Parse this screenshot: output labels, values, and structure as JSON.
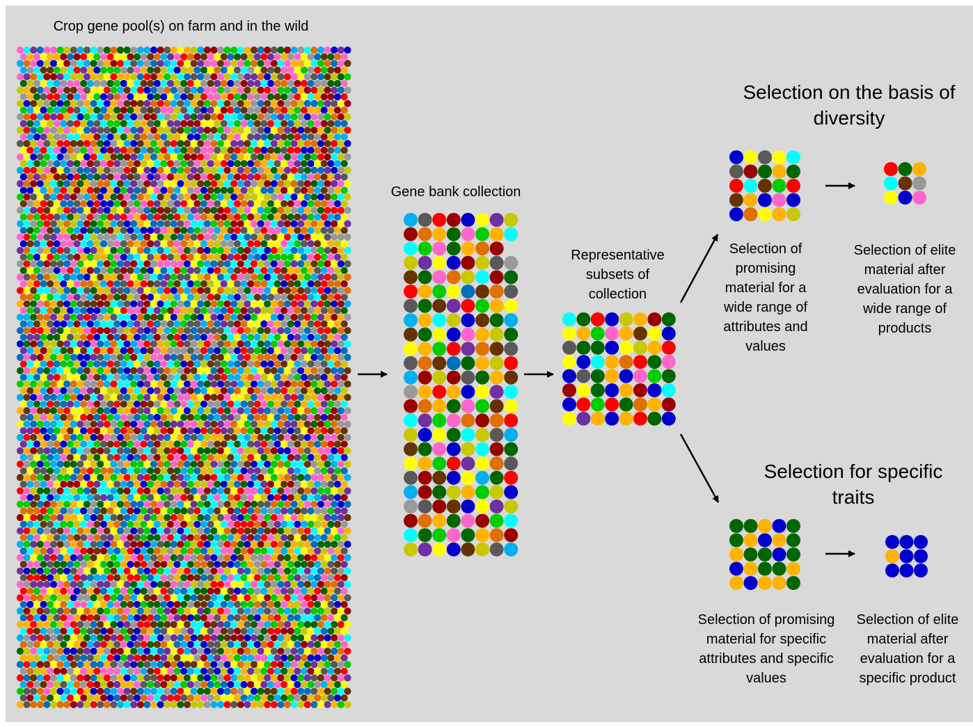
{
  "labels": {
    "gene_pool": "Crop gene pool(s) on farm and in the wild",
    "gene_bank": "Gene bank collection",
    "representative": "Representative subsets of collection",
    "diversity_heading": "Selection on the basis of diversity",
    "diversity_promising": "Selection of promising material for a wide range of attributes and values",
    "diversity_elite": "Selection of elite material after evaluation for a wide range of products",
    "specific_heading": "Selection for specific traits",
    "specific_promising": "Selection of promising material for specific attributes and specific values",
    "specific_elite": "Selection of elite material after evaluation for a specific product"
  },
  "palette": {
    "red": "#ff0000",
    "blue": "#0000cc",
    "green": "#00cc00",
    "dark_green": "#006600",
    "yellow": "#ffff00",
    "cyan": "#00ffff",
    "orange": "#ffb300",
    "dark_red": "#990000",
    "brown": "#663300",
    "dark_orange": "#e07000",
    "purple": "#7030a0",
    "pink": "#ff66cc",
    "gray": "#595959",
    "light_gray": "#999999",
    "sky_blue": "#00b0f0",
    "olive": "#c8c800",
    "teal_blue": "#0070c0"
  },
  "gene_bank_grid": [
    [
      "sky_blue",
      "gray",
      "red",
      "dark_red",
      "blue",
      "yellow",
      "purple",
      "olive"
    ],
    [
      "dark_red",
      "dark_orange",
      "orange",
      "dark_green",
      "pink",
      "green",
      "orange",
      "cyan"
    ],
    [
      "cyan",
      "green",
      "pink",
      "dark_green",
      "orange",
      "dark_orange",
      "dark_red"
    ],
    [
      "olive",
      "purple",
      "yellow",
      "blue",
      "dark_red",
      "olive",
      "gray",
      "light_gray"
    ],
    [
      "brown",
      "dark_green",
      "pink",
      "dark_orange",
      "olive",
      "cyan",
      "dark_red",
      "dark_green"
    ],
    [
      "red",
      "orange",
      "green",
      "yellow",
      "teal_blue",
      "brown",
      "dark_orange",
      "gray"
    ],
    [
      "gray",
      "dark_green",
      "brown",
      "purple",
      "red",
      "green",
      "orange",
      "yellow"
    ],
    [
      "sky_blue",
      "orange",
      "cyan",
      "olive",
      "blue",
      "brown",
      "dark_green",
      "sky_blue"
    ],
    [
      "brown",
      "dark_green",
      "yellow",
      "blue",
      "pink",
      "orange",
      "olive",
      "dark_green"
    ],
    [
      "yellow",
      "orange",
      "green",
      "red",
      "purple",
      "dark_orange",
      "brown",
      "gray"
    ],
    [
      "gray",
      "dark_orange",
      "brown",
      "teal_blue",
      "dark_green",
      "orange",
      "olive",
      "red"
    ],
    [
      "sky_blue",
      "dark_red",
      "olive",
      "dark_red",
      "gray",
      "dark_green",
      "orange",
      "brown"
    ],
    [
      "light_gray",
      "orange",
      "red",
      "orange",
      "blue",
      "yellow",
      "purple",
      "cyan"
    ],
    [
      "dark_red",
      "dark_orange",
      "orange",
      "dark_green",
      "pink",
      "green",
      "brown",
      "yellow"
    ],
    [
      "cyan",
      "purple",
      "green",
      "pink",
      "dark_orange",
      "dark_red",
      "dark_orange",
      "red"
    ],
    [
      "olive",
      "blue",
      "yellow",
      "dark_green",
      "cyan",
      "olive",
      "gray",
      "sky_blue"
    ],
    [
      "brown",
      "dark_green",
      "pink",
      "blue",
      "olive",
      "cyan",
      "dark_red",
      "dark_green"
    ],
    [
      "yellow",
      "orange",
      "green",
      "red",
      "purple",
      "yellow",
      "dark_orange",
      "gray"
    ],
    [
      "gray",
      "dark_red",
      "brown",
      "blue",
      "yellow",
      "sky_blue",
      "dark_green",
      "red"
    ],
    [
      "sky_blue",
      "dark_red",
      "dark_green",
      "olive",
      "orange",
      "green",
      "olive",
      "blue"
    ],
    [
      "light_gray",
      "gray",
      "dark_red",
      "brown",
      "blue",
      "yellow",
      "purple",
      "olive"
    ],
    [
      "dark_red",
      "dark_orange",
      "orange",
      "dark_green",
      "pink",
      "dark_red",
      "green",
      "cyan"
    ],
    [
      "cyan",
      "dark_green",
      "green",
      "pink",
      "dark_green",
      "orange",
      "dark_orange",
      "dark_red"
    ],
    [
      "olive",
      "purple",
      "yellow",
      "blue",
      "brown",
      "olive",
      "gray",
      "sky_blue"
    ]
  ],
  "representative_grid": [
    [
      "cyan",
      "dark_green",
      "red",
      "blue",
      "olive",
      "orange",
      "dark_red",
      "dark_green"
    ],
    [
      "yellow",
      "orange",
      "green",
      "pink",
      "orange",
      "brown",
      "yellow",
      "blue"
    ],
    [
      "gray",
      "dark_green",
      "dark_green",
      "blue",
      "yellow",
      "olive",
      "orange",
      "red"
    ],
    [
      "yellow",
      "blue",
      "cyan",
      "orange",
      "dark_orange",
      "red",
      "dark_green",
      "pink"
    ],
    [
      "blue",
      "gray",
      "dark_green",
      "orange",
      "blue",
      "pink",
      "green",
      "dark_green"
    ],
    [
      "dark_red",
      "yellow",
      "dark_green",
      "blue",
      "orange",
      "dark_red",
      "blue",
      "cyan"
    ],
    [
      "blue",
      "red",
      "green",
      "red",
      "dark_green",
      "dark_orange",
      "orange",
      "dark_red"
    ],
    [
      "yellow",
      "purple",
      "orange",
      "blue",
      "orange",
      "red",
      "dark_green",
      "blue"
    ]
  ],
  "diversity_promising_grid": [
    [
      "blue",
      "yellow",
      "gray",
      "yellow",
      "cyan"
    ],
    [
      "gray",
      "dark_red",
      "dark_green",
      "orange",
      "dark_green"
    ],
    [
      "red",
      "cyan",
      "brown",
      "green",
      "red"
    ],
    [
      "brown",
      "orange",
      "blue",
      "pink",
      "blue"
    ],
    [
      "blue",
      "dark_orange",
      "yellow",
      "orange",
      "olive"
    ]
  ],
  "diversity_elite_grid": [
    [
      "red",
      "dark_green",
      "orange"
    ],
    [
      "cyan",
      "brown",
      "light_gray"
    ],
    [
      "yellow",
      "blue",
      "pink"
    ]
  ],
  "specific_promising_grid": [
    [
      "dark_green",
      "dark_green",
      "orange",
      "blue",
      "dark_green"
    ],
    [
      "dark_green",
      "orange",
      "blue",
      "orange",
      "dark_green"
    ],
    [
      "orange",
      "dark_green",
      "dark_green",
      "blue",
      "dark_green"
    ],
    [
      "blue",
      "orange",
      "dark_green",
      "dark_green",
      "orange"
    ],
    [
      "orange",
      "blue",
      "orange",
      "orange",
      "dark_green"
    ]
  ],
  "specific_elite_grid": [
    [
      "blue",
      "blue",
      "blue"
    ],
    [
      "orange",
      "blue",
      "blue"
    ],
    [
      "blue",
      "blue",
      "blue"
    ]
  ]
}
